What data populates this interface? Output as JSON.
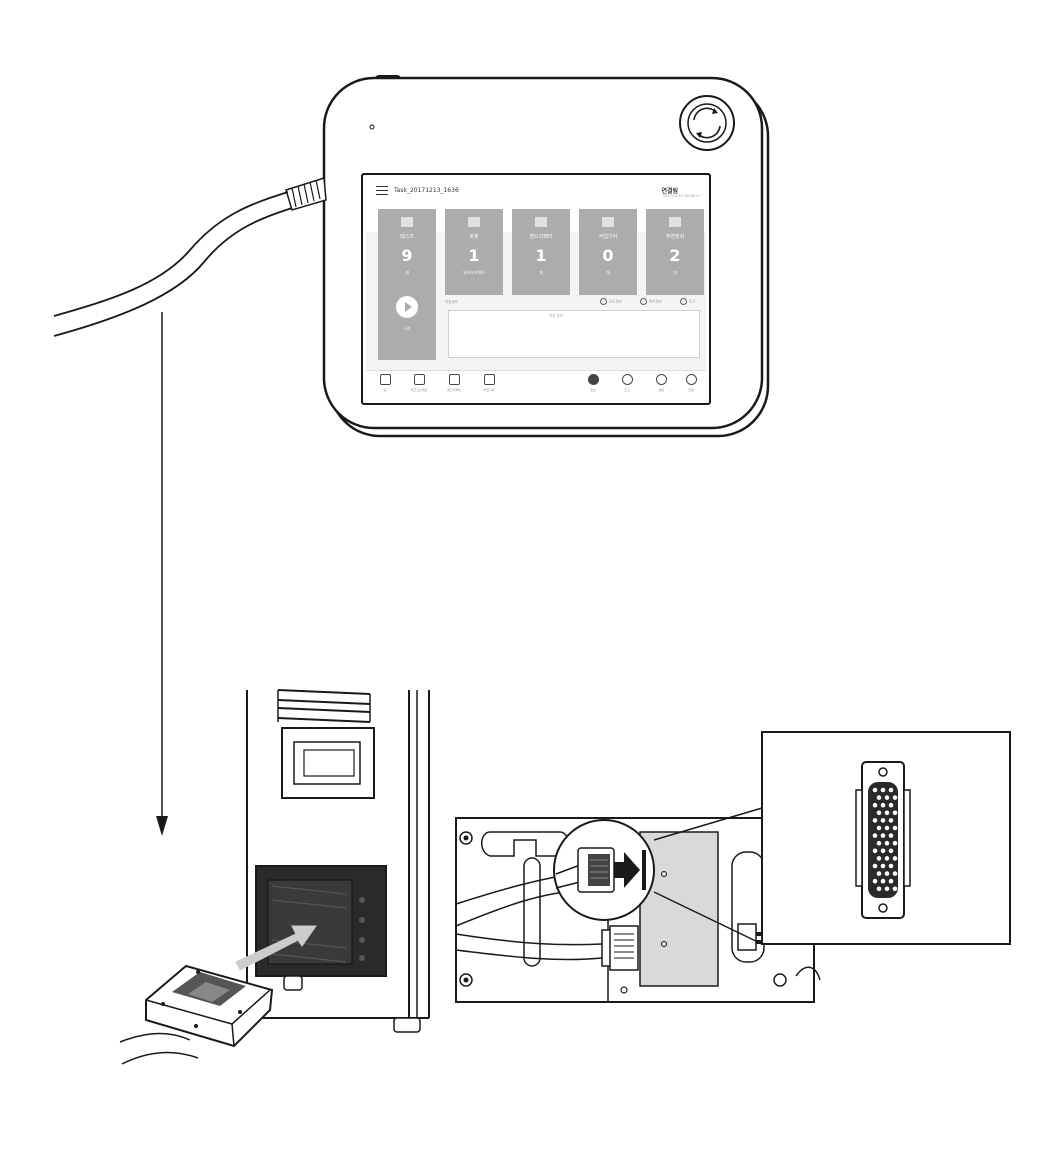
{
  "pendant": {
    "task_name": "Task_20171213_1636",
    "status_title": "연결됨",
    "status_sub": "2017/12/13 16:36:17",
    "tiles": [
      {
        "label": "태스크",
        "value": "9",
        "unit": "개"
      },
      {
        "label": "로봇",
        "value": "1",
        "unit": "워크오브젝트"
      },
      {
        "label": "엔드이펙터",
        "value": "1",
        "unit": "개"
      },
      {
        "label": "작업기어",
        "value": "0",
        "unit": "개"
      },
      {
        "label": "주변장치",
        "value": "2",
        "unit": "개"
      }
    ],
    "start_label": "시작",
    "graph_label": "작업정보",
    "graph_caption": "작업 정보",
    "checks": [
      "속도정보",
      "위치정보",
      "토크"
    ],
    "nav": [
      "홈",
      "워크오브젝트",
      "엔드이펙터",
      "작업기어",
      "정보",
      "조그",
      "설정",
      "전원"
    ]
  },
  "colors": {
    "line": "#1a1a1a",
    "tile_gray": "#acacac",
    "port_gray": "#d9d9d9",
    "connector_dark": "#2a2a2a"
  }
}
